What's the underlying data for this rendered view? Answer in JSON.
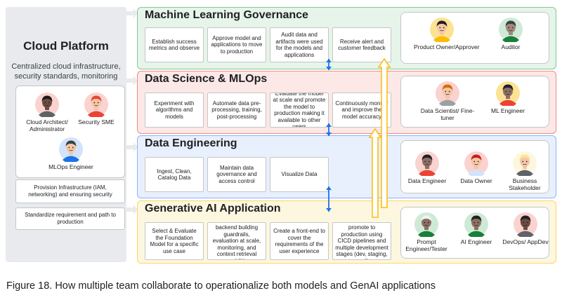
{
  "colors": {
    "mlg_bg": "#e6f4ea",
    "mlg_border": "#81c995",
    "ds_bg": "#fce8e6",
    "ds_border": "#f28b82",
    "de_bg": "#e8f0fe",
    "de_border": "#8ab4f8",
    "gen_bg": "#fef7e0",
    "gen_border": "#fdd663",
    "blue_arrow": "#1a73e8",
    "gold_arrow": "#fbbc04",
    "panel": "#e8eaed"
  },
  "cloud_platform": {
    "title": "Cloud Platform",
    "subtitle": "Centralized cloud infrastructure, security standards, monitoring",
    "roles": [
      {
        "name": "Cloud Architect/ Administrator",
        "skin": "#6d4c41",
        "hair": "#1b1b1b",
        "bg": "#fad2cf",
        "shirt": "#5f6368"
      },
      {
        "name": "Security SME",
        "skin": "#f5c6a5",
        "hair": "#ea4335",
        "bg": "#fad2cf",
        "shirt": "#ea4335"
      },
      {
        "name": "MLOps Engineer",
        "skin": "#f5c6a5",
        "hair": "#3c4043",
        "bg": "#d2e3fc",
        "shirt": "#1a73e8"
      }
    ],
    "boxes": [
      "Provision Infrastructure (IAM, networking) and ensuring security",
      "Standardize requirement and path to production"
    ]
  },
  "lanes": [
    {
      "title": "Machine Learning Governance",
      "tasks": [
        "Establish success metrics and observe",
        "Approve model and applications to move to production",
        "Audit data and artifacts were used for the models and applications",
        "Receive alert and customer feedback"
      ],
      "roles": [
        {
          "name": "Product Owner/Approver",
          "skin": "#f5c6a5",
          "hair": "#202124",
          "bg": "#fde293",
          "shirt": "#fbbc04"
        },
        {
          "name": "Auditor",
          "skin": "#a1887f",
          "hair": "#3c4043",
          "bg": "#ceead6",
          "shirt": "#188038"
        }
      ]
    },
    {
      "title": "Data Science & MLOps",
      "tasks": [
        "Experiment with algorithms and models",
        "Automate data pre-processing, training, post-processing",
        "Evaluate the model at scale and promote the model to production making it available to other users",
        "Continuously monitor and improve the model accuracy"
      ],
      "roles": [
        {
          "name": "Data Scientist/ Fine-tuner",
          "skin": "#f5c6a5",
          "hair": "#d56e0c",
          "bg": "#fad2cf",
          "shirt": "#9aa0a6"
        },
        {
          "name": "ML Engineer",
          "skin": "#8d6e63",
          "hair": "#202124",
          "bg": "#fde293",
          "shirt": "#ea4335"
        }
      ]
    },
    {
      "title": "Data Engineering",
      "tasks": [
        "Ingest, Clean, Catalog Data",
        "Maintain data governance and access control",
        "Visualize Data"
      ],
      "roles": [
        {
          "name": "Data Engineer",
          "skin": "#8d6e63",
          "hair": "#202124",
          "bg": "#fad2cf",
          "shirt": "#ea4335"
        },
        {
          "name": "Data Owner",
          "skin": "#f5c6a5",
          "hair": "#c5221f",
          "bg": "#fad2cf",
          "shirt": "#d2e3fc"
        },
        {
          "name": "Business Stakeholder",
          "skin": "#f5c6a5",
          "hair": "#fde293",
          "bg": "#fef7e0",
          "shirt": "#5f6368"
        }
      ]
    },
    {
      "title": "Generative AI Application",
      "tasks": [
        "Select & Evaluate the Foundation Model for a specific use case",
        "Create a robust backend building guardrails, evaluation at scale, monitoring, and context retrieval capabilities",
        "Create a front-end to cover the requirements of the user experience",
        "Test at scale and promote to production using CICD pipelines and multiple development stages (dev, staging, prod)"
      ],
      "roles": [
        {
          "name": "Prompt Engineer/Tester",
          "skin": "#8d6e63",
          "hair": "#f1f3f4",
          "bg": "#ceead6",
          "shirt": "#188038"
        },
        {
          "name": "AI Engineer",
          "skin": "#8d6e63",
          "hair": "#202124",
          "bg": "#ceead6",
          "shirt": "#188038"
        },
        {
          "name": "DevOps/ AppDev",
          "skin": "#6d4c41",
          "hair": "#202124",
          "bg": "#fad2cf",
          "shirt": "#5f6368"
        }
      ]
    }
  ],
  "caption": "Figure 18. How multiple team collaborate to operationalize both models and GenAI applications"
}
